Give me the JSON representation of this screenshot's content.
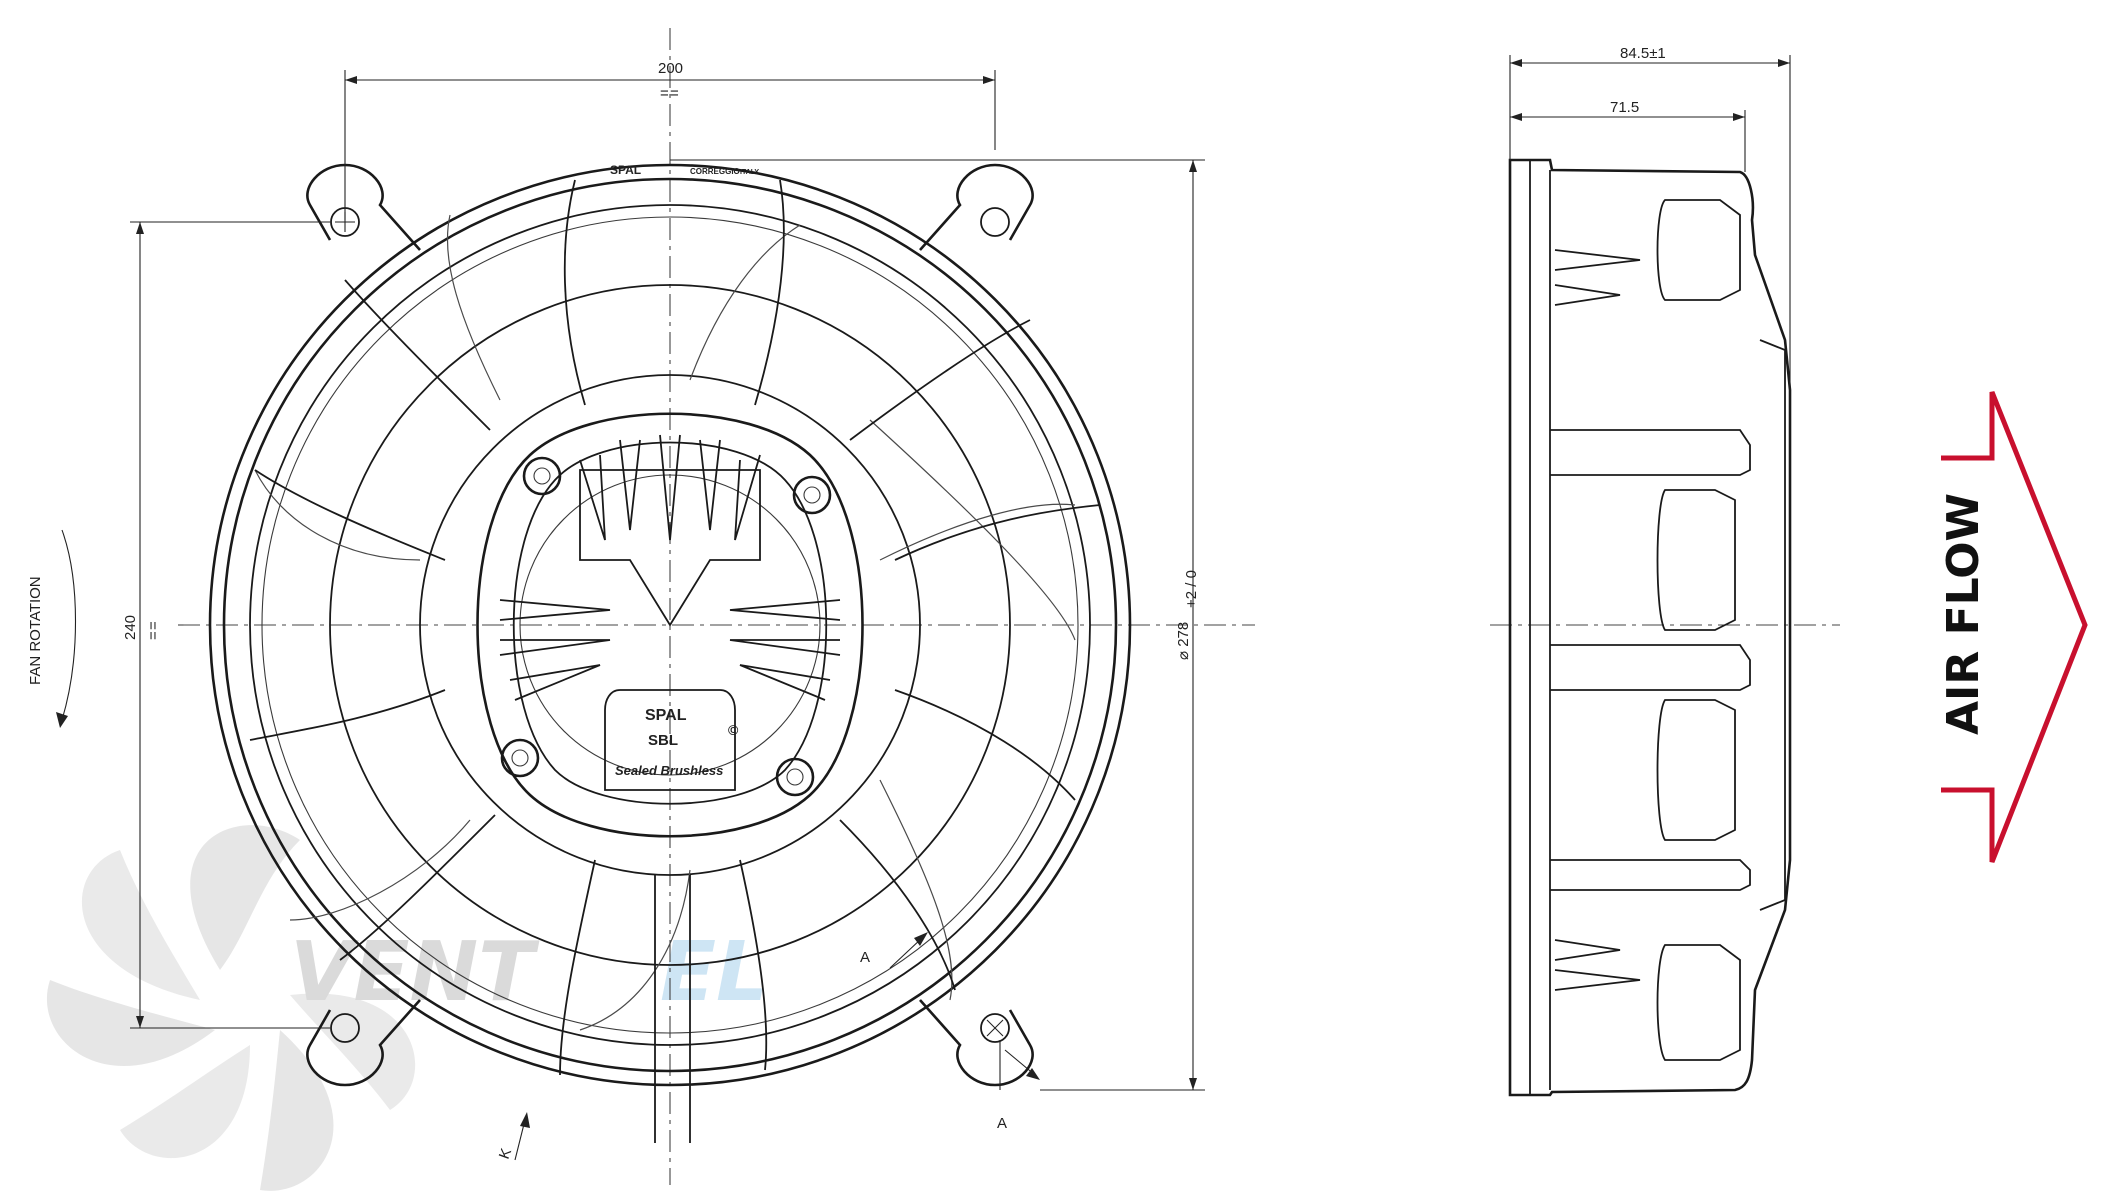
{
  "drawing": {
    "front_view": {
      "dim_bolt_spacing_horizontal": "200",
      "dim_bolt_spacing_vertical": "240",
      "dim_outer_diameter": "⌀ 278",
      "dim_outer_diameter_tolerance": "+2 / 0",
      "equal_marker": "=",
      "fan_rotation_label": "FAN ROTATION",
      "section_label": "A",
      "view_label_k": "K",
      "hub_logo": {
        "brand": "SPAL",
        "model": "SBL",
        "tagline": "Sealed Brushless",
        "symbol": "©"
      },
      "shroud_text": {
        "brand": "SPAL",
        "origin": "CORREGGIO",
        "country": "ITALY"
      }
    },
    "side_view": {
      "dim_total_depth": "84.5±1",
      "dim_body_depth": "71.5"
    },
    "air_flow": {
      "label": "AIR FLOW",
      "arrow_color": "#c8102e",
      "direction": "right"
    },
    "watermark": {
      "text_gray": "VENT",
      "text_blue": "EL",
      "gray_color": "#d6d6d6",
      "blue_color": "#c9e3f3"
    }
  }
}
